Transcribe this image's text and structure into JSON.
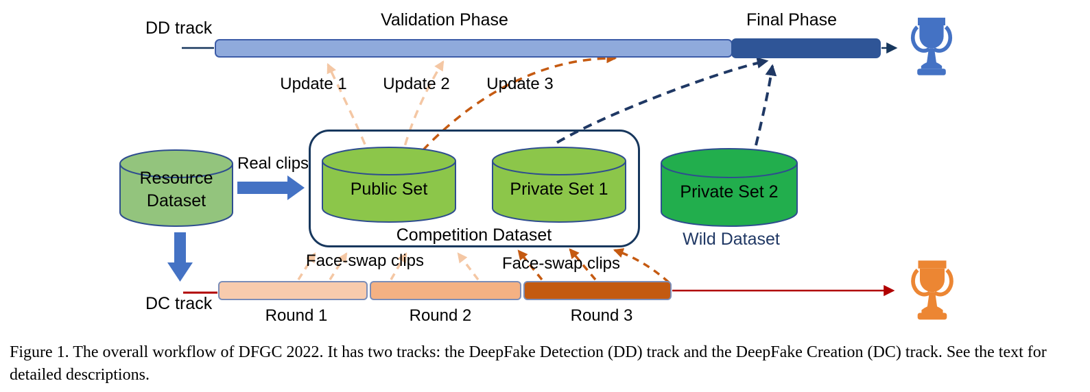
{
  "figure": {
    "dd_track": {
      "label": "DD track",
      "phases": [
        {
          "label": "Validation Phase"
        },
        {
          "label": "Final Phase"
        }
      ],
      "updates": [
        "Update 1",
        "Update 2",
        "Update 3"
      ]
    },
    "datasets": {
      "resource_label": "Resource\nDataset",
      "real_clips_label": "Real clips",
      "competition_box_label": "Competition Dataset",
      "public_set_label": "Public Set",
      "private_set_1_label": "Private Set 1",
      "private_set_2_label": "Private Set 2",
      "wild_dataset_label": "Wild Dataset"
    },
    "dc_track": {
      "label": "DC track",
      "rounds": [
        "Round 1",
        "Round 2",
        "Round 3"
      ],
      "face_swap_left": "Face-swap clips",
      "face_swap_right": "Face-swap clips"
    },
    "icons": {
      "dd_trophy": "trophy-icon",
      "dc_trophy": "trophy-icon"
    },
    "colors": {
      "validation_bar": "#8FAADC",
      "final_bar": "#2F5597",
      "round1_bar": "#F8CBAD",
      "round2_bar": "#F4B183",
      "round3_bar": "#C35A11",
      "resource_green": "#93C47D",
      "competition_green": "#8CC64A",
      "wild_green": "#22AE4D",
      "navy": "#1F3864",
      "peach_dash": "#F4C7A4",
      "orange_dash": "#C55A11",
      "red_track": "#B00000",
      "blue_trophy": "#4472C4",
      "orange_trophy": "#EC8633",
      "solid_blue_arrow": "#4472C4"
    }
  },
  "caption": "Figure 1. The overall workflow of DFGC 2022.  It has two tracks: the DeepFake Detection (DD) track and the DeepFake Creation (DC) track. See the text for detailed descriptions."
}
